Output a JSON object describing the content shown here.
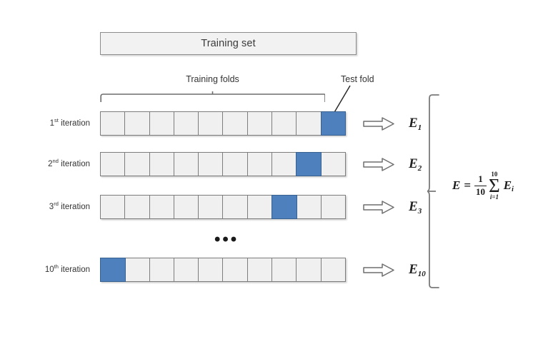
{
  "diagram": {
    "title_bar": {
      "label": "Training set"
    },
    "annotations": {
      "training_folds": "Training folds",
      "test_fold": "Test fold",
      "ellipsis": "•••"
    },
    "colors": {
      "test_fold_fill": "#4e80bd",
      "test_fold_border": "#39618f",
      "fold_fill": "#f0f0f0",
      "fold_border": "#7d7d7d",
      "bar_fill": "#f2f2f2",
      "bar_border": "#8c8c8c",
      "text": "#333333"
    },
    "fold_count": 10,
    "rows": [
      {
        "label_number": "1",
        "label_ordinal": "st",
        "label_word": "iteration",
        "label_full": "1st iteration",
        "test_fold_index": 10,
        "error_base": "E",
        "error_sub": "1",
        "error_full": "E1"
      },
      {
        "label_number": "2",
        "label_ordinal": "nd",
        "label_word": "iteration",
        "label_full": "2nd iteration",
        "test_fold_index": 9,
        "error_base": "E",
        "error_sub": "2",
        "error_full": "E2"
      },
      {
        "label_number": "3",
        "label_ordinal": "rd",
        "label_word": "iteration",
        "label_full": "3rd iteration",
        "test_fold_index": 8,
        "error_base": "E",
        "error_sub": "3",
        "error_full": "E3"
      },
      {
        "label_number": "10",
        "label_ordinal": "th",
        "label_word": "iteration",
        "label_full": "10th iteration",
        "test_fold_index": 1,
        "error_base": "E",
        "error_sub": "10",
        "error_full": "E10"
      }
    ],
    "formula": {
      "lhs": "E",
      "equals": "=",
      "fraction_numerator": "1",
      "fraction_denominator": "10",
      "sigma": "Σ",
      "sigma_upper": "10",
      "sigma_lower": "i=1",
      "term_base": "E",
      "term_sub": "i",
      "full": "E = (1/10) Σ (i=1 to 10) E_i"
    },
    "icons": {
      "arrow": "block-right-arrow-icon"
    }
  }
}
